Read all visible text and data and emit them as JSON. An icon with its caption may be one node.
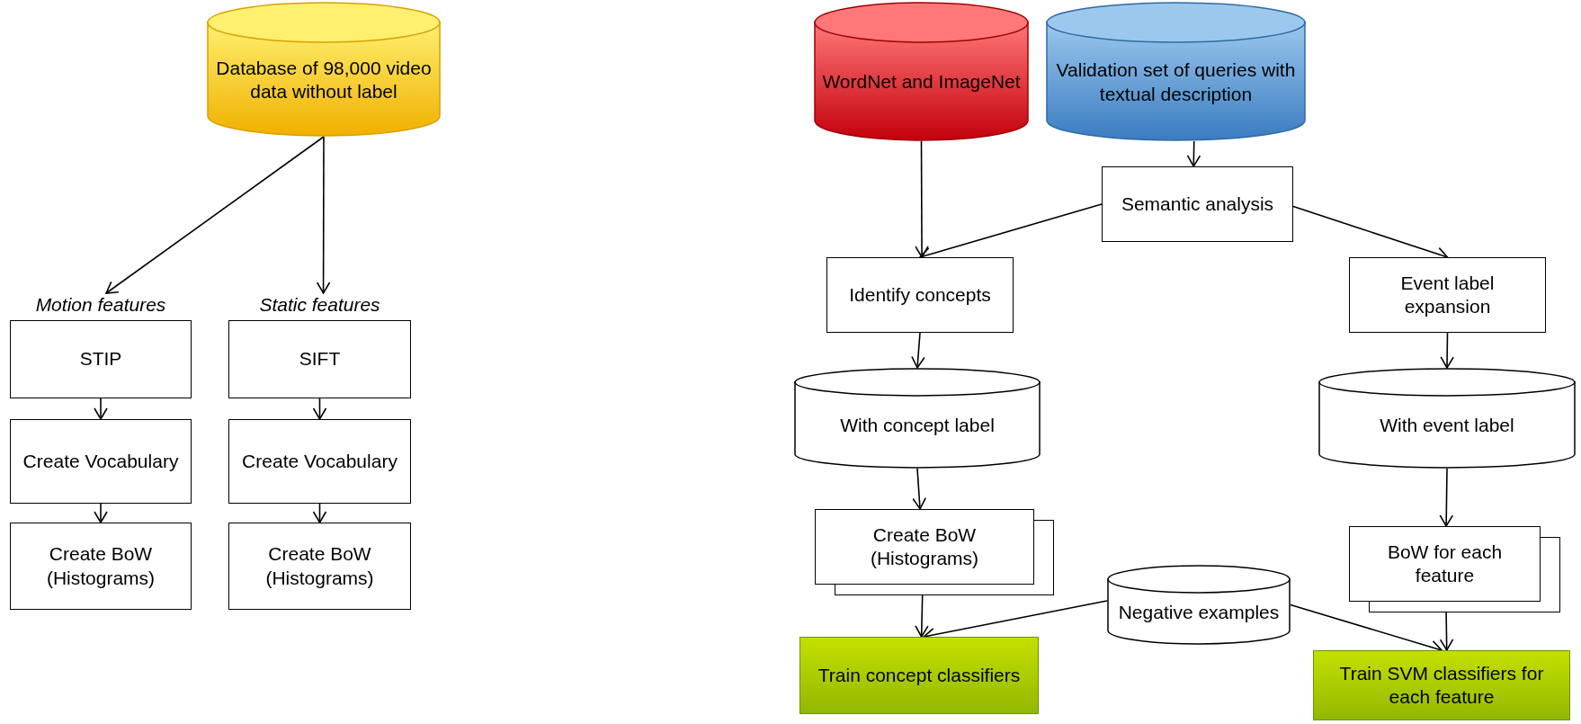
{
  "diagram": {
    "nodes": [
      {
        "text": [
          "Database of 98,000 video data without label"
        ]
      },
      {
        "text": [
          "Motion features",
          "STIP"
        ]
      },
      {
        "text": [
          "Create Vocabulary"
        ]
      },
      {
        "text": [
          "Create BoW (Histograms)"
        ]
      },
      {
        "text": [
          "Static features",
          "SIFT"
        ]
      },
      {
        "text": [
          "Create Vocabulary"
        ]
      },
      {
        "text": [
          "Create BoW (Histograms)"
        ]
      },
      {
        "text": [
          "WordNet and ImageNet"
        ]
      },
      {
        "text": [
          "Validation set of queries with textual description"
        ]
      },
      {
        "text": [
          "Semantic analysis"
        ]
      },
      {
        "text": [
          "Identify concepts"
        ]
      },
      {
        "text": [
          "Event label expansion"
        ]
      },
      {
        "text": [
          "With concept label"
        ]
      },
      {
        "text": [
          "With event label"
        ]
      },
      {
        "text": [
          "Create BoW (Histograms)"
        ]
      },
      {
        "text": [
          "BoW for each feature"
        ]
      },
      {
        "text": [
          "Negative examples"
        ]
      },
      {
        "text": [
          "Train concept classifiers"
        ]
      },
      {
        "text": [
          "Train SVM classifiers for each feature"
        ]
      }
    ],
    "edges": [
      {
        "from": 0,
        "to": 1,
        "arrow": "to"
      },
      {
        "from": 0,
        "to": 4,
        "arrow": "to"
      },
      {
        "from": 1,
        "to": 2,
        "arrow": "to"
      },
      {
        "from": 2,
        "to": 3,
        "arrow": "to"
      },
      {
        "from": 4,
        "to": 5,
        "arrow": "to"
      },
      {
        "from": 5,
        "to": 6,
        "arrow": "to"
      },
      {
        "from": 7,
        "to": 10,
        "arrow": "to"
      },
      {
        "from": 8,
        "to": 9,
        "arrow": "to"
      },
      {
        "from": 9,
        "to": 10,
        "arrow": "to"
      },
      {
        "from": 9,
        "to": 11,
        "arrow": "to"
      },
      {
        "from": 10,
        "to": 12,
        "arrow": "to"
      },
      {
        "from": 11,
        "to": 13,
        "arrow": "to"
      },
      {
        "from": 12,
        "to": 14,
        "arrow": "to"
      },
      {
        "from": 13,
        "to": 15,
        "arrow": "to"
      },
      {
        "from": 14,
        "to": 17,
        "arrow": "to"
      },
      {
        "from": 16,
        "to": 17,
        "arrow": "to"
      },
      {
        "from": 16,
        "to": 18,
        "arrow": "to"
      },
      {
        "from": 15,
        "to": 18,
        "arrow": "to"
      }
    ]
  }
}
